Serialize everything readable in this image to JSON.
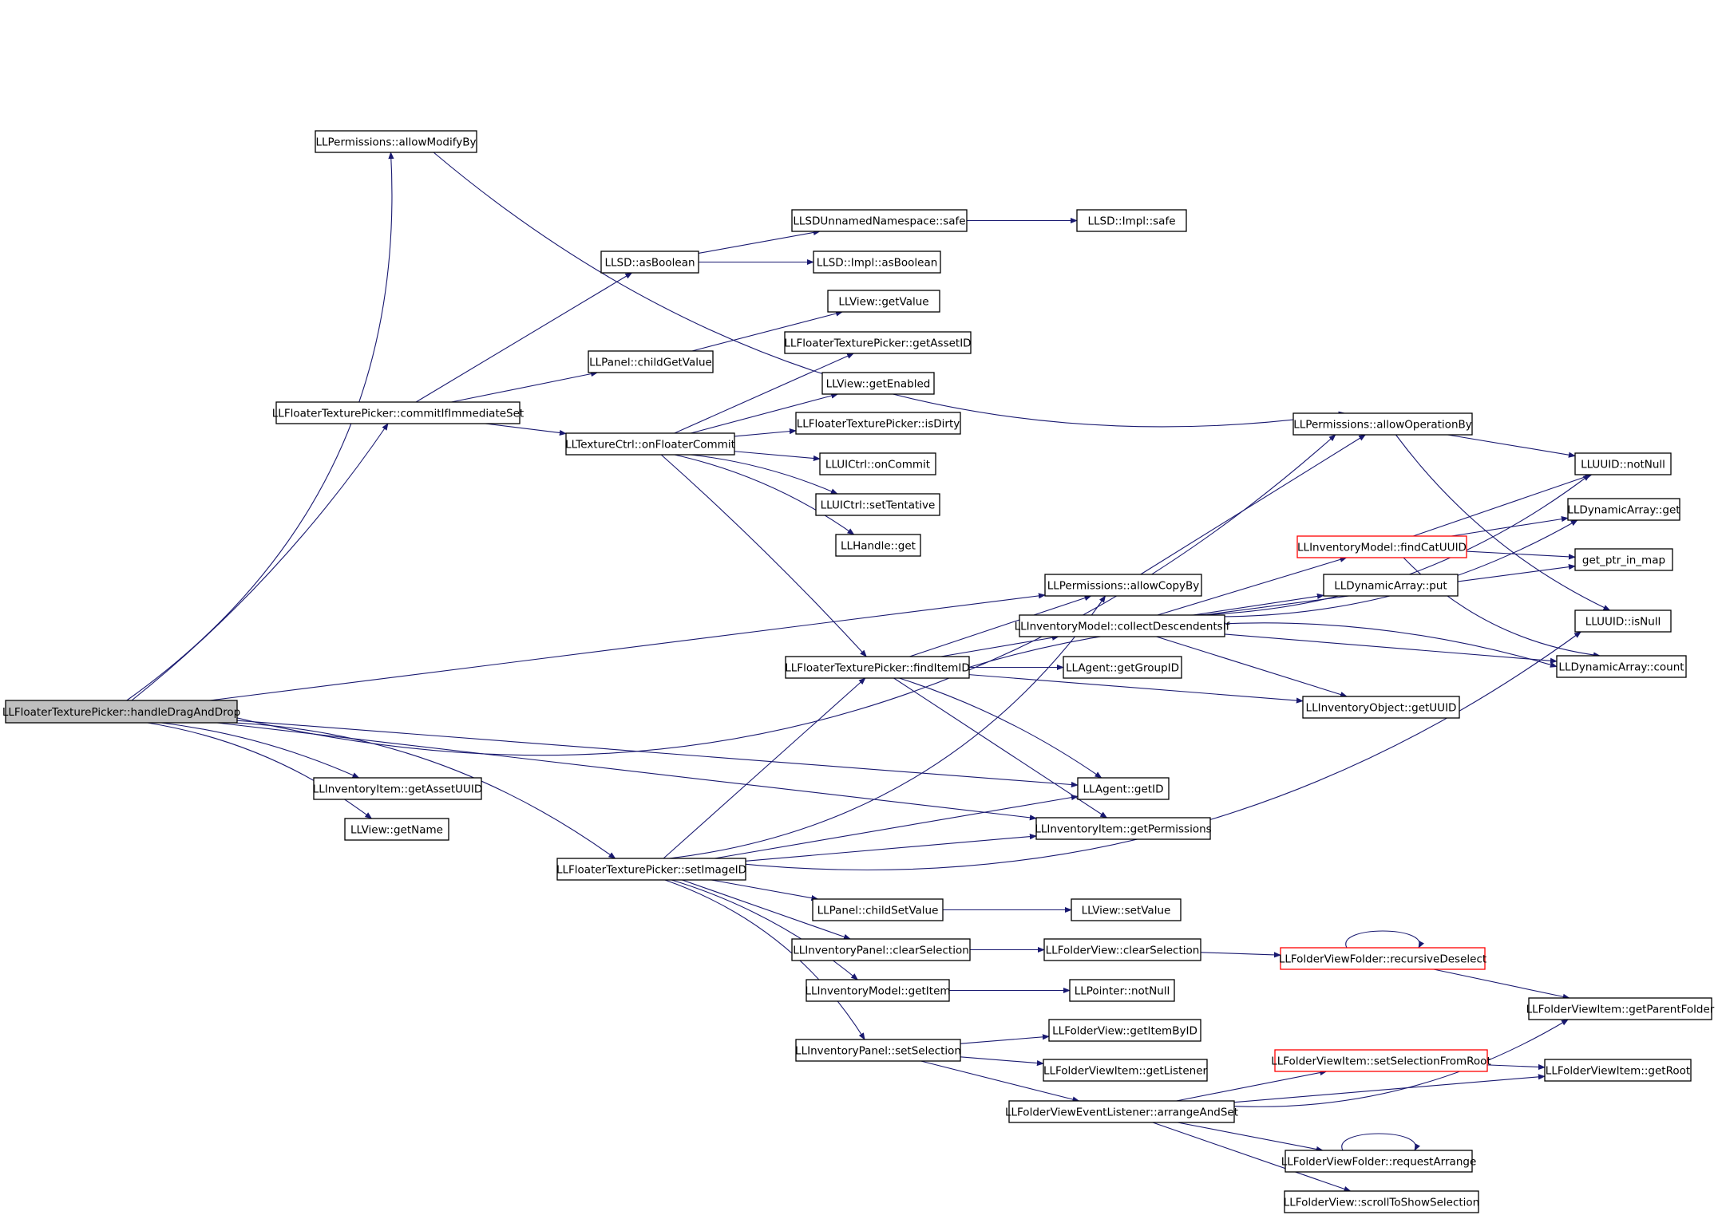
{
  "diagram": {
    "edge_color": "#191970",
    "truncated_color": "#ff0000",
    "root_fill": "#bfbfbf",
    "nodes": [
      {
        "id": "n0",
        "label": "LLFloaterTexturePicker::handleDragAndDrop",
        "root": true
      },
      {
        "id": "n1",
        "label": "LLPermissions::allowModifyBy"
      },
      {
        "id": "n2",
        "label": "LLPermissions::allowOperationBy"
      },
      {
        "id": "n3",
        "label": "LLFloaterTexturePicker::commitIfImmediateSet"
      },
      {
        "id": "n4",
        "label": "LLSD::asBoolean"
      },
      {
        "id": "n5",
        "label": "LLSDUnnamedNamespace::safe"
      },
      {
        "id": "n6",
        "label": "LLSD::Impl::safe"
      },
      {
        "id": "n7",
        "label": "LLSD::Impl::asBoolean"
      },
      {
        "id": "n8",
        "label": "LLPanel::childGetValue"
      },
      {
        "id": "n9",
        "label": "LLView::getValue"
      },
      {
        "id": "n10",
        "label": "LLTextureCtrl::onFloaterCommit"
      },
      {
        "id": "n11",
        "label": "LLFloaterTexturePicker::getAssetID"
      },
      {
        "id": "n12",
        "label": "LLView::getEnabled"
      },
      {
        "id": "n13",
        "label": "LLFloaterTexturePicker::isDirty"
      },
      {
        "id": "n14",
        "label": "LLUICtrl::onCommit"
      },
      {
        "id": "n15",
        "label": "LLUICtrl::setTentative"
      },
      {
        "id": "n16",
        "label": "LLHandle::get"
      },
      {
        "id": "n17",
        "label": "LLPermissions::allowCopyBy"
      },
      {
        "id": "n18",
        "label": "LLFloaterTexturePicker::findItemID"
      },
      {
        "id": "n19",
        "label": "LLInventoryModel::collectDescendentsIf"
      },
      {
        "id": "n20",
        "label": "LLUUID::notNull"
      },
      {
        "id": "n21",
        "label": "LLDynamicArray::get"
      },
      {
        "id": "n22",
        "label": "LLInventoryModel::findCatUUID",
        "truncated": true
      },
      {
        "id": "n23",
        "label": "get_ptr_in_map"
      },
      {
        "id": "n24",
        "label": "LLDynamicArray::put"
      },
      {
        "id": "n25",
        "label": "LLUUID::isNull"
      },
      {
        "id": "n26",
        "label": "LLDynamicArray::count"
      },
      {
        "id": "n27",
        "label": "LLAgent::getGroupID"
      },
      {
        "id": "n28",
        "label": "LLInventoryObject::getUUID"
      },
      {
        "id": "n29",
        "label": "LLAgent::getID"
      },
      {
        "id": "n30",
        "label": "LLInventoryItem::getPermissions"
      },
      {
        "id": "n31",
        "label": "LLInventoryItem::getAssetUUID"
      },
      {
        "id": "n32",
        "label": "LLView::getName"
      },
      {
        "id": "n33",
        "label": "LLFloaterTexturePicker::setImageID"
      },
      {
        "id": "n34",
        "label": "LLPanel::childSetValue"
      },
      {
        "id": "n35",
        "label": "LLView::setValue"
      },
      {
        "id": "n36",
        "label": "LLInventoryPanel::clearSelection"
      },
      {
        "id": "n37",
        "label": "LLFolderView::clearSelection"
      },
      {
        "id": "n38",
        "label": "LLFolderViewFolder::recursiveDeselect",
        "truncated": true
      },
      {
        "id": "n39",
        "label": "LLFolderViewItem::getParentFolder"
      },
      {
        "id": "n40",
        "label": "LLInventoryModel::getItem"
      },
      {
        "id": "n41",
        "label": "LLPointer::notNull"
      },
      {
        "id": "n42",
        "label": "LLInventoryPanel::setSelection"
      },
      {
        "id": "n43",
        "label": "LLFolderView::getItemByID"
      },
      {
        "id": "n44",
        "label": "LLFolderViewItem::getListener"
      },
      {
        "id": "n45",
        "label": "LLFolderViewEventListener::arrangeAndSet"
      },
      {
        "id": "n46",
        "label": "LLFolderViewItem::setSelectionFromRoot",
        "truncated": true
      },
      {
        "id": "n47",
        "label": "LLFolderViewItem::getRoot"
      },
      {
        "id": "n48",
        "label": "LLFolderViewFolder::requestArrange"
      },
      {
        "id": "n49",
        "label": "LLFolderView::scrollToShowSelection"
      }
    ],
    "edges": [
      [
        "n0",
        "n1"
      ],
      [
        "n0",
        "n2"
      ],
      [
        "n0",
        "n3"
      ],
      [
        "n0",
        "n17"
      ],
      [
        "n0",
        "n29"
      ],
      [
        "n0",
        "n30"
      ],
      [
        "n0",
        "n31"
      ],
      [
        "n0",
        "n32"
      ],
      [
        "n0",
        "n33"
      ],
      [
        "n1",
        "n2"
      ],
      [
        "n3",
        "n4"
      ],
      [
        "n3",
        "n8"
      ],
      [
        "n3",
        "n10"
      ],
      [
        "n4",
        "n5"
      ],
      [
        "n4",
        "n7"
      ],
      [
        "n5",
        "n6"
      ],
      [
        "n8",
        "n9"
      ],
      [
        "n10",
        "n11"
      ],
      [
        "n10",
        "n12"
      ],
      [
        "n10",
        "n13"
      ],
      [
        "n10",
        "n14"
      ],
      [
        "n10",
        "n15"
      ],
      [
        "n10",
        "n16"
      ],
      [
        "n10",
        "n18"
      ],
      [
        "n2",
        "n20"
      ],
      [
        "n2",
        "n25"
      ],
      [
        "n17",
        "n2"
      ],
      [
        "n18",
        "n17"
      ],
      [
        "n18",
        "n19"
      ],
      [
        "n18",
        "n27"
      ],
      [
        "n18",
        "n28"
      ],
      [
        "n18",
        "n29"
      ],
      [
        "n18",
        "n30"
      ],
      [
        "n18",
        "n26"
      ],
      [
        "n19",
        "n20"
      ],
      [
        "n19",
        "n21"
      ],
      [
        "n19",
        "n22"
      ],
      [
        "n19",
        "n24"
      ],
      [
        "n19",
        "n23"
      ],
      [
        "n19",
        "n26"
      ],
      [
        "n19",
        "n28"
      ],
      [
        "n22",
        "n20"
      ],
      [
        "n22",
        "n21"
      ],
      [
        "n22",
        "n23"
      ],
      [
        "n22",
        "n26"
      ],
      [
        "n33",
        "n17"
      ],
      [
        "n33",
        "n18"
      ],
      [
        "n33",
        "n29"
      ],
      [
        "n33",
        "n30"
      ],
      [
        "n33",
        "n25"
      ],
      [
        "n33",
        "n34"
      ],
      [
        "n33",
        "n36"
      ],
      [
        "n33",
        "n40"
      ],
      [
        "n33",
        "n42"
      ],
      [
        "n34",
        "n35"
      ],
      [
        "n36",
        "n37"
      ],
      [
        "n37",
        "n38"
      ],
      [
        "n38",
        "n38"
      ],
      [
        "n38",
        "n39"
      ],
      [
        "n40",
        "n41"
      ],
      [
        "n42",
        "n43"
      ],
      [
        "n42",
        "n44"
      ],
      [
        "n42",
        "n45"
      ],
      [
        "n45",
        "n46"
      ],
      [
        "n45",
        "n47"
      ],
      [
        "n45",
        "n39"
      ],
      [
        "n45",
        "n48"
      ],
      [
        "n45",
        "n49"
      ],
      [
        "n46",
        "n47"
      ],
      [
        "n48",
        "n48"
      ]
    ]
  }
}
